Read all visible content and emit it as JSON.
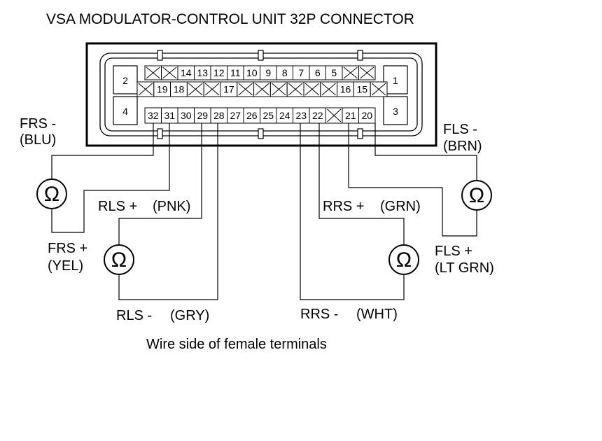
{
  "title": "VSA MODULATOR-CONTROL UNIT 32P CONNECTOR",
  "caption": "Wire side of female terminals",
  "ohm_symbol": "Ω",
  "connector": {
    "corner_pins": [
      "2",
      "1",
      "4",
      "3"
    ],
    "row1": [
      "X",
      "X",
      "14",
      "13",
      "12",
      "11",
      "10",
      "9",
      "8",
      "7",
      "6",
      "5",
      "X",
      "X"
    ],
    "row2": [
      "X",
      "19",
      "18",
      "X",
      "X",
      "17",
      "X",
      "X",
      "X",
      "X",
      "X",
      "X",
      "16",
      "15",
      "X"
    ],
    "row3": [
      "32",
      "31",
      "30",
      "29",
      "28",
      "27",
      "26",
      "25",
      "24",
      "23",
      "22",
      "X",
      "21",
      "20"
    ]
  },
  "sensors": {
    "frs_minus": {
      "name": "FRS -",
      "color": "(BLU)"
    },
    "frs_plus": {
      "name": "FRS +",
      "color": "(YEL)"
    },
    "rls_plus": {
      "name": "RLS +",
      "color": "(PNK)"
    },
    "rls_minus": {
      "name": "RLS -",
      "color": "(GRY)"
    },
    "rrs_plus": {
      "name": "RRS +",
      "color": "(GRN)"
    },
    "rrs_minus": {
      "name": "RRS -",
      "color": "(WHT)"
    },
    "fls_minus": {
      "name": "FLS -",
      "color": "(BRN)"
    },
    "fls_plus": {
      "name": "FLS +",
      "color": "(LT GRN)"
    }
  }
}
